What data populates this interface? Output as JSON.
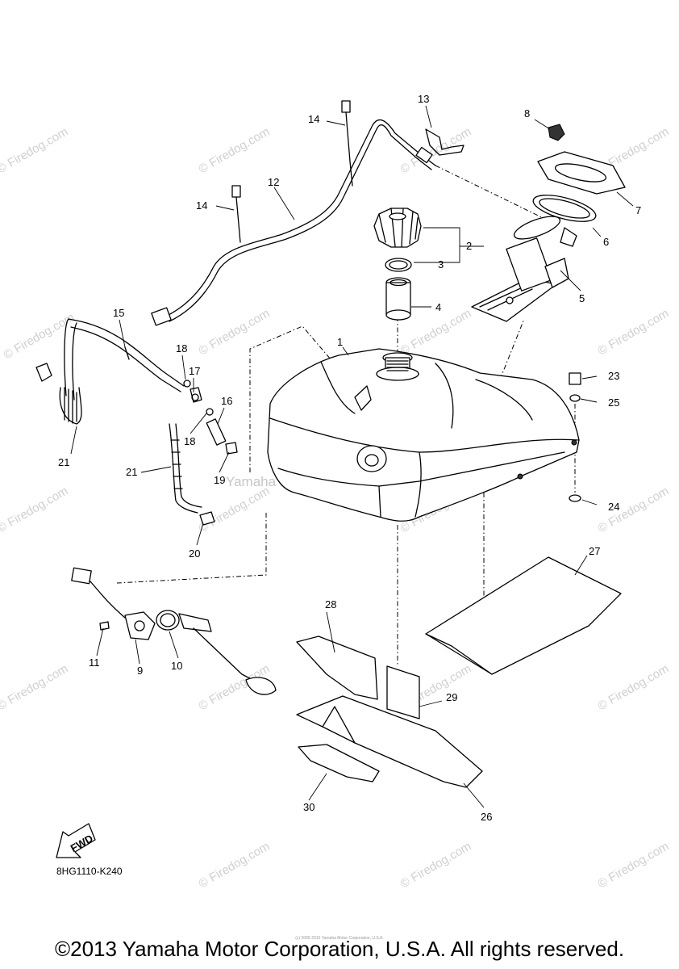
{
  "diagram": {
    "code": "8HG1110-K240",
    "fwd_label": "FWD",
    "center_watermark": "Yamaha Motor Corp., U.S.A.",
    "watermark_text": "© Firedog.com",
    "copyright": "©2013 Yamaha Motor Corporation, U.S.A. All rights reserved.",
    "copyright_small": "(c) 2005-2015 Yamaha Motor Corporation, U.S.A.",
    "callouts": {
      "c1": "1",
      "c2": "2",
      "c3": "3",
      "c4": "4",
      "c5": "5",
      "c6": "6",
      "c7": "7",
      "c8": "8",
      "c9": "9",
      "c10": "10",
      "c11": "11",
      "c12": "12",
      "c13": "13",
      "c14a": "14",
      "c14b": "14",
      "c15": "15",
      "c16": "16",
      "c17": "17",
      "c18a": "18",
      "c18b": "18",
      "c19": "19",
      "c20": "20",
      "c21a": "21",
      "c21b": "21",
      "c23": "23",
      "c24": "24",
      "c25": "25",
      "c26": "26",
      "c27": "27",
      "c28": "28",
      "c29": "29",
      "c30": "30"
    }
  }
}
